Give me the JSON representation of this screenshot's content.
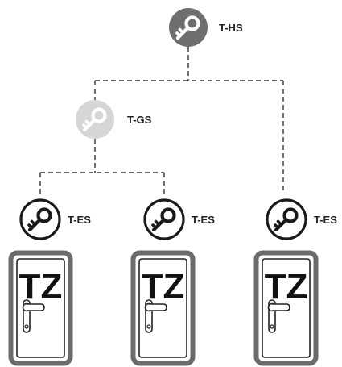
{
  "master_key": {
    "label": "T-HS",
    "icon": "key-icon",
    "fill": "#6e6e6e"
  },
  "group_key": {
    "label": "T-GS",
    "icon": "key-icon",
    "fill": "#d6d6d6"
  },
  "single_keys": [
    {
      "label": "T-ES",
      "icon": "key-icon"
    },
    {
      "label": "T-ES",
      "icon": "key-icon"
    },
    {
      "label": "T-ES",
      "icon": "key-icon"
    }
  ],
  "doors": [
    {
      "label": "TZ",
      "icon": "door-icon"
    },
    {
      "label": "TZ",
      "icon": "door-icon"
    },
    {
      "label": "TZ",
      "icon": "door-icon"
    }
  ],
  "colors": {
    "door_frame": "#6b6b6b",
    "line": "#333333",
    "key_dark": "#1a1a1a"
  }
}
